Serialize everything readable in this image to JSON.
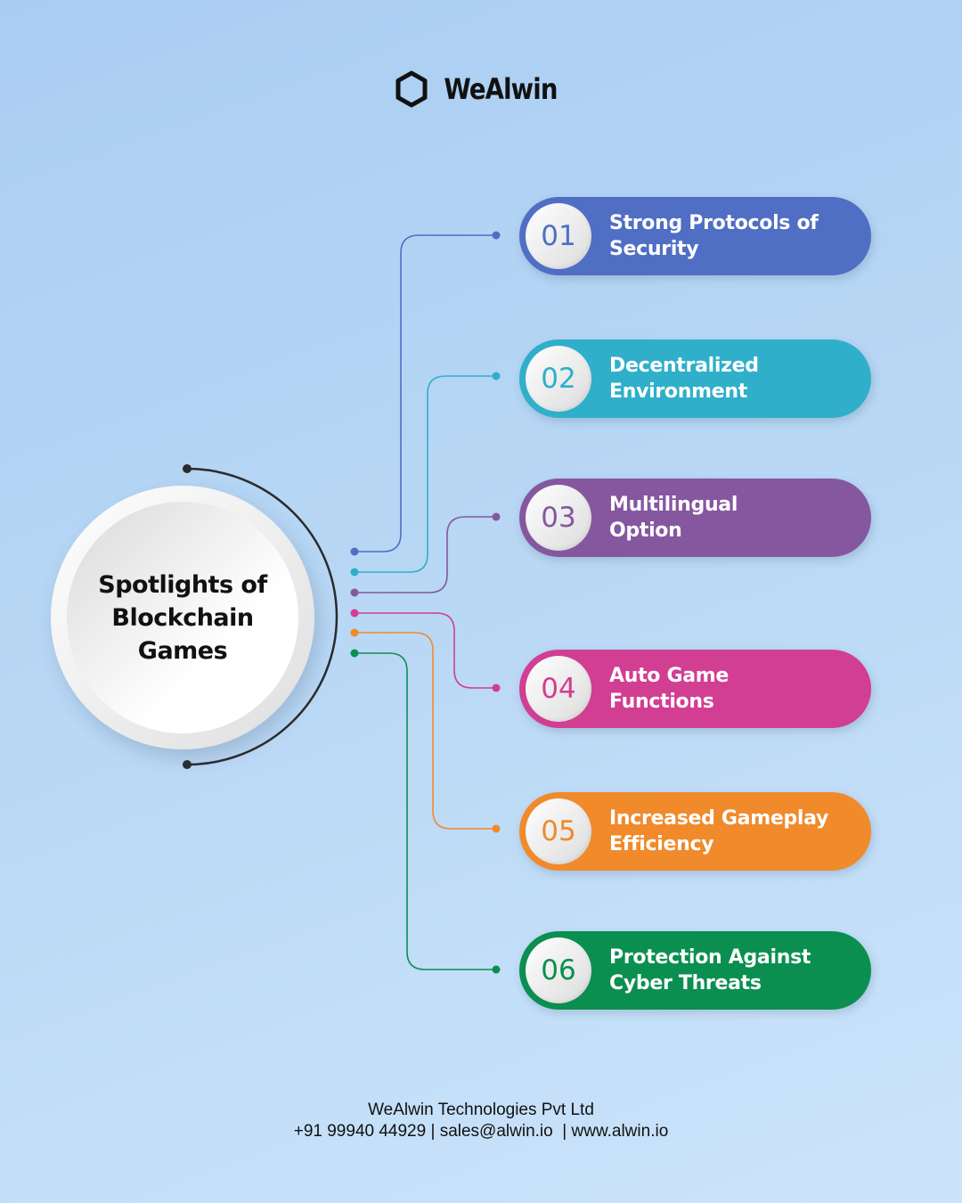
{
  "brand": {
    "name": "WeAlwin",
    "icon": "hexagon-logo-icon",
    "color": "#111111"
  },
  "hub": {
    "title": "Spotlights of\nBlockchain\nGames"
  },
  "items": [
    {
      "number": "01",
      "label": "Strong Protocols of\nSecurity",
      "color": "#4f6ec4"
    },
    {
      "number": "02",
      "label": "Decentralized\nEnvironment",
      "color": "#2fafca"
    },
    {
      "number": "03",
      "label": "Multilingual\nOption",
      "color": "#85579f"
    },
    {
      "number": "04",
      "label": "Auto Game\nFunctions",
      "color": "#d13e92"
    },
    {
      "number": "05",
      "label": "Increased Gameplay\nEfficiency",
      "color": "#f08a2b"
    },
    {
      "number": "06",
      "label": "Protection Against\nCyber Threats",
      "color": "#0a8f50"
    }
  ],
  "footer": {
    "company": "WeAlwin Technologies Pvt Ltd",
    "phone": "+91 99940 44929",
    "email": "sales@alwin.io",
    "website": "www.alwin.io"
  }
}
